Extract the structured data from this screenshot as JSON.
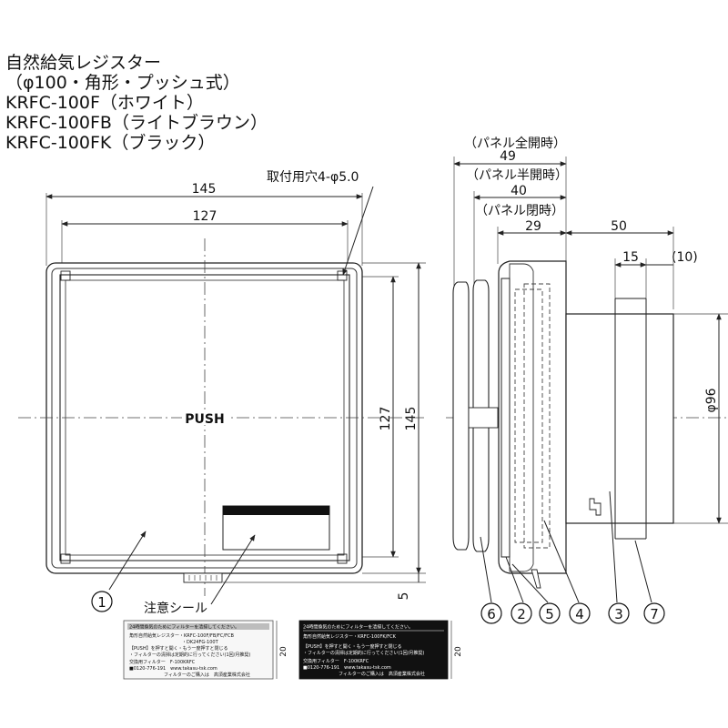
{
  "title": {
    "lines": [
      "自然給気レジスター",
      "（φ100・角形・プッシュ式）",
      "KRFC-100F（ホワイト）",
      "KRFC-100FB（ライトブラウン）",
      "KRFC-100FK（ブラック）"
    ]
  },
  "front_view": {
    "dim_overall_width": "145",
    "dim_inner_width": "127",
    "dim_overall_height": "145",
    "dim_inner_height": "127",
    "dim_bottom": "5",
    "mounting_hole_note": "取付用穴4-φ5.0",
    "push_label": "PUSH",
    "caution_seal_label": "注意シール",
    "callout_1": "1"
  },
  "side_view": {
    "panel_full_open_label": "（パネル全開時）",
    "panel_full_open_value": "49",
    "panel_half_open_label": "（パネル半開時）",
    "panel_half_open_value": "40",
    "panel_closed_label": "（パネル閉時）",
    "panel_closed_value": "29",
    "dim_duct_length": "50",
    "dim_15": "15",
    "dim_10": "(10)",
    "dim_diameter": "φ96",
    "callouts": [
      "6",
      "2",
      "5",
      "4",
      "3",
      "7"
    ]
  },
  "seals": {
    "height_label": "20",
    "white_seal": {
      "line1": "24時間換気のためにフィルターを清掃してください。",
      "line2": "角形自然給気レジスター・KRFC-100F/FB/FC/FCB",
      "line3": "・DK24FG-100T",
      "line4": "【PUSH】を押すと開く・もう一度押すと閉じる",
      "line5": "・フィルターの清掃は定期的に行ってください(1回/月推奨)",
      "line6": "交換用フィルター　F-100KRFC",
      "line7": "■0120-776-191　www.takasu-tsk.com",
      "line8": "フィルターのご購入は　高須産業株式会社"
    },
    "black_seal": {
      "line1": "24時間換気のためにフィルターを清掃してください。",
      "line2": "角形自然給気レジスター・KRFC-100FK/FCK",
      "line3": "【PUSH】を押すと開く・もう一度押すと閉じる",
      "line4": "・フィルターの清掃は定期的に行ってください(1回/月推奨)",
      "line5": "交換用フィルター　F-100KRFC",
      "line6": "■0120-776-191　www.takasu-tsk.com",
      "line7": "フィルターのご購入は　高須産業株式会社"
    }
  }
}
